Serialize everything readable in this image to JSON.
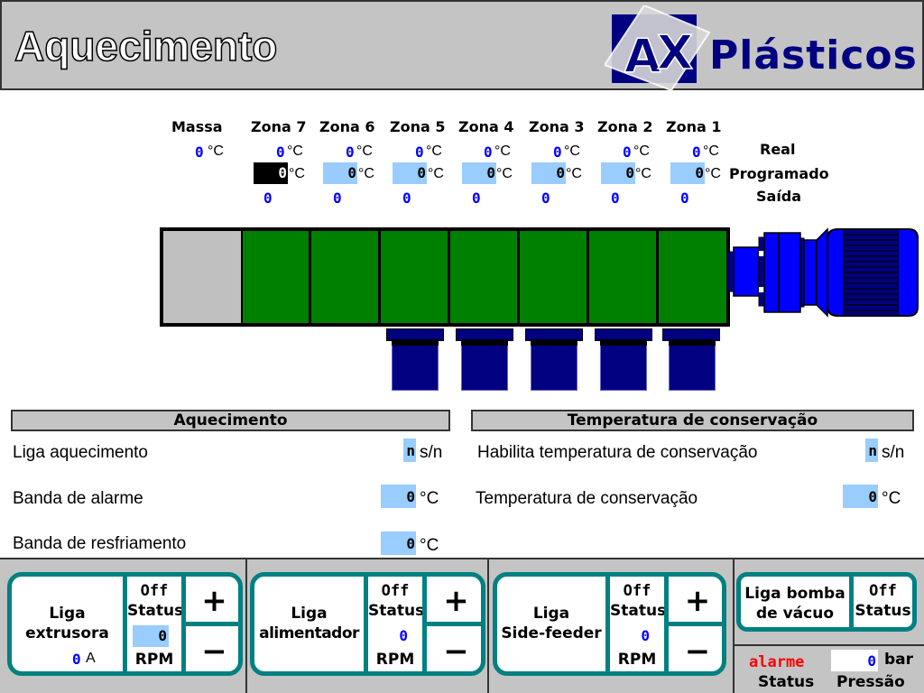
{
  "header": {
    "title": "Aquecimento",
    "logo": {
      "mark": "AX",
      "text": "Plásticos",
      "color": "#000080"
    }
  },
  "zones": {
    "headers": [
      "Massa",
      "Zona 7",
      "Zona 6",
      "Zona 5",
      "Zona 4",
      "Zona 3",
      "Zona 2",
      "Zona 1"
    ],
    "row_labels": {
      "real": "Real",
      "programado": "Programado",
      "saida": "Saída"
    },
    "unit": "°C",
    "massa_real": "0",
    "items": [
      {
        "name": "Zona 7",
        "real": "0",
        "programado": "0",
        "saida": "0",
        "selected": true
      },
      {
        "name": "Zona 6",
        "real": "0",
        "programado": "0",
        "saida": "0"
      },
      {
        "name": "Zona 5",
        "real": "0",
        "programado": "0",
        "saida": "0"
      },
      {
        "name": "Zona 4",
        "real": "0",
        "programado": "0",
        "saida": "0"
      },
      {
        "name": "Zona 3",
        "real": "0",
        "programado": "0",
        "saida": "0"
      },
      {
        "name": "Zona 2",
        "real": "0",
        "programado": "0",
        "saida": "0"
      },
      {
        "name": "Zona 1",
        "real": "0",
        "programado": "0",
        "saida": "0"
      }
    ]
  },
  "colors": {
    "zone_active": "#008000",
    "feed_zone": "#c0c0c0",
    "heater": "#000080",
    "motor": "#0000ff",
    "input_bg": "#99ccff",
    "card_border": "#008080",
    "alarm": "#ff0000",
    "value_blue": "#0000ff"
  },
  "aquecimento": {
    "title": "Aquecimento",
    "liga_aquecimento": {
      "label": "Liga aquecimento",
      "value": "n",
      "unit": "s/n"
    },
    "banda_alarme": {
      "label": "Banda de alarme",
      "value": "0",
      "unit": "°C"
    },
    "banda_resfriamento": {
      "label": "Banda de resfriamento",
      "value": "0",
      "unit": "°C"
    }
  },
  "conservacao": {
    "title": "Temperatura de conservação",
    "habilita": {
      "label": "Habilita temperatura de conservação",
      "value": "n",
      "unit": "s/n"
    },
    "temperatura": {
      "label": "Temperatura de conservação",
      "value": "0",
      "unit": "°C"
    }
  },
  "controls": {
    "extrusora": {
      "label_line1": "Liga",
      "label_line2": "extrusora",
      "current": "0",
      "current_unit": "A",
      "status": "Off",
      "status_label": "Status",
      "rpm": "0",
      "rpm_label": "RPM",
      "plus": "+",
      "minus": "−"
    },
    "alimentador": {
      "label_line1": "Liga",
      "label_line2": "alimentador",
      "status": "Off",
      "status_label": "Status",
      "rpm": "0",
      "rpm_label": "RPM",
      "plus": "+",
      "minus": "−"
    },
    "side_feeder": {
      "label_line1": "Liga",
      "label_line2": "Side-feeder",
      "status": "Off",
      "status_label": "Status",
      "rpm": "0",
      "rpm_label": "RPM",
      "plus": "+",
      "minus": "−"
    },
    "vacuo": {
      "label_line1": "Liga bomba",
      "label_line2": "de vácuo",
      "status": "Off",
      "status_label": "Status",
      "alarm_text": "alarme",
      "alarm_status_label": "Status",
      "pressure": "0",
      "pressure_unit": "bar",
      "pressure_label": "Pressão"
    }
  }
}
